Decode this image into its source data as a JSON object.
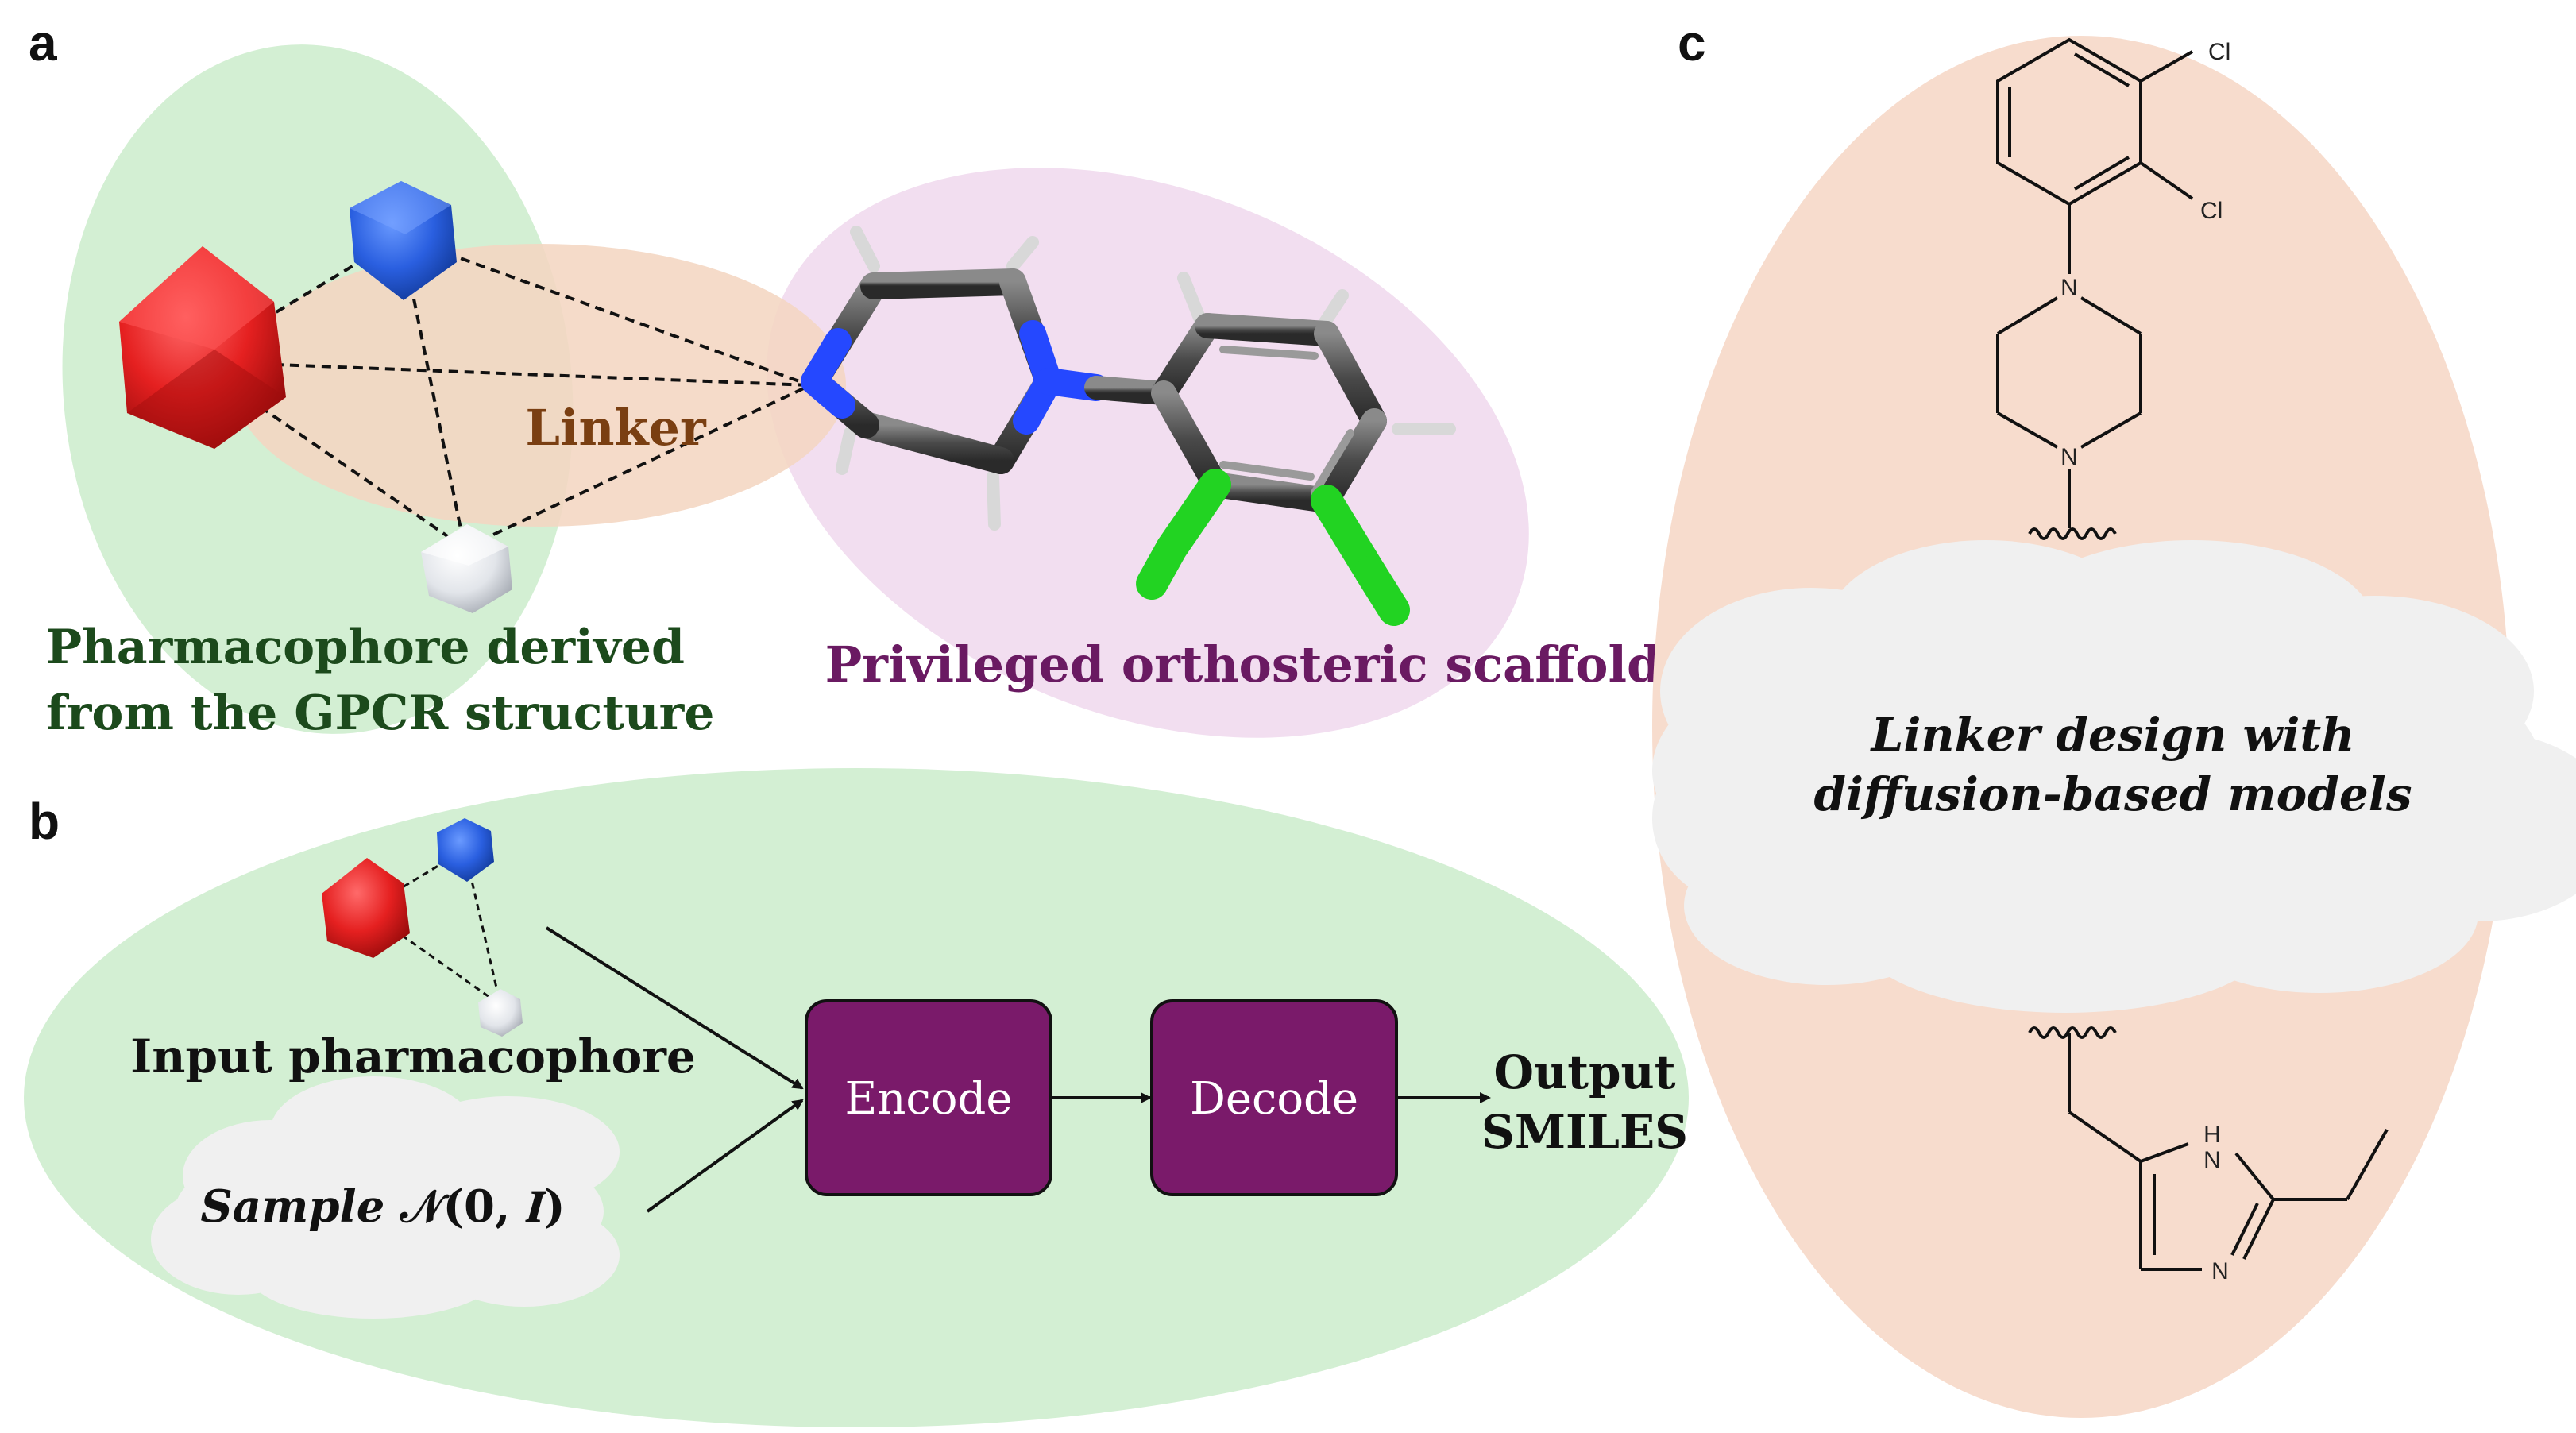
{
  "panels": {
    "a": {
      "letter": "a",
      "linker_label": "Linker",
      "pharmacophore_label_line1": "Pharmacophore derived",
      "pharmacophore_label_line2": "from the GPCR structure",
      "scaffold_label": "Privileged orthosteric scaffold"
    },
    "b": {
      "letter": "b",
      "input_label": "Input pharmacophore",
      "sample_label_prefix": "Sample ",
      "sample_label_math": "𝒩(𝟎, 𝑰)",
      "encode_label": "Encode",
      "decode_label": "Decode",
      "output_line1": "Output",
      "output_line2": "SMILES"
    },
    "c": {
      "letter": "c",
      "cloud_line1": "Linker design with",
      "cloud_line2": "diffusion-based models",
      "atoms": {
        "cl_top": "Cl",
        "cl_bottom": "Cl",
        "n_top": "N",
        "n_bottom": "N",
        "imid_h": "H",
        "imid_nh": "N",
        "imid_n": "N"
      }
    }
  },
  "colors": {
    "green_region": "#d3efd3",
    "linker_region": "#f7d8c8",
    "scaffold_region": "#f2def0",
    "panel_c_region": "#f7dccd",
    "cloud": "#f0f0f0",
    "box_fill": "#7a1a6a",
    "pharm_text": "#1c4a1c",
    "linker_text": "#7a3f12",
    "scaffold_text": "#6a1a62",
    "red_atom": "#e02020",
    "blue_atom": "#2a5fe0",
    "white_atom": "#e6e8ec",
    "chlorine": "#22d322",
    "nitrogen": "#2040ff"
  }
}
